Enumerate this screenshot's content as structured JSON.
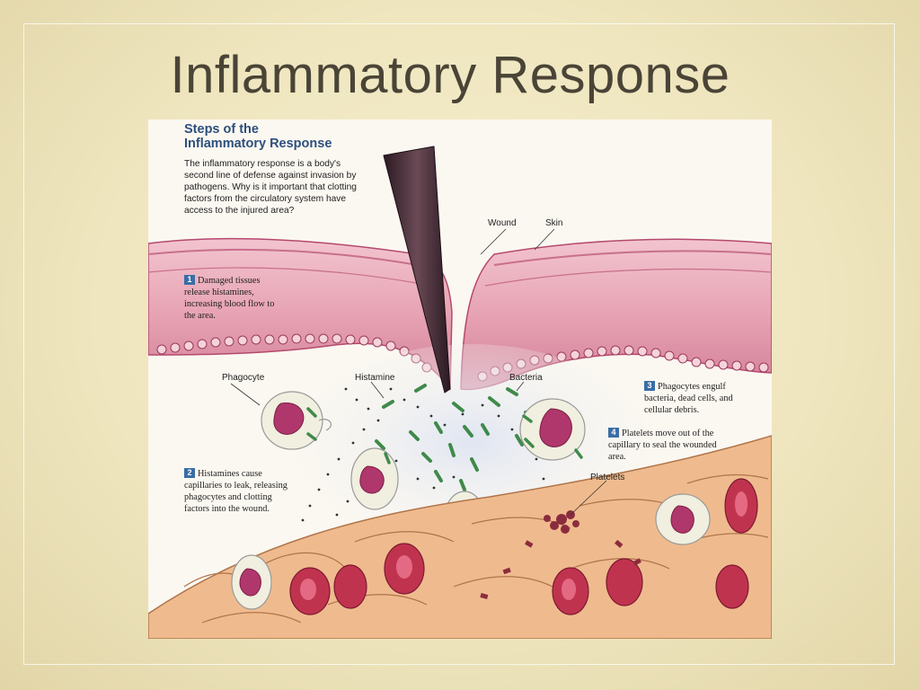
{
  "slide": {
    "title": "Inflammatory Response"
  },
  "figure": {
    "heading_line1": "Steps of the",
    "heading_line2": "Inflammatory Response",
    "intro": "The inflammatory response is a body's second line of defense against invasion by pathogens. Why is it important that clotting factors from the circulatory system have access to the injured area?",
    "labels": {
      "wound": "Wound",
      "skin": "Skin",
      "phagocyte": "Phagocyte",
      "histamine": "Histamine",
      "bacteria": "Bacteria",
      "platelets": "Platelets"
    },
    "steps": [
      {
        "num": "1",
        "text": "Damaged tissues release histamines, increasing blood flow to the area."
      },
      {
        "num": "2",
        "text": "Histamines cause capillaries to leak, releasing phagocytes and clotting factors into the wound."
      },
      {
        "num": "3",
        "text": "Phagocytes engulf bacteria, dead cells, and cellular debris."
      },
      {
        "num": "4",
        "text": "Platelets move out of the capillary to seal the wounded area."
      }
    ],
    "colors": {
      "heading": "#2d4f7e",
      "skin": "#e7a3b3",
      "skin_dark": "#b5496e",
      "blood_vessel": "#efbb8e",
      "red_cell": "#c0334f",
      "bacteria": "#3f8a4a",
      "step_badge": "#3a6ea5"
    }
  }
}
